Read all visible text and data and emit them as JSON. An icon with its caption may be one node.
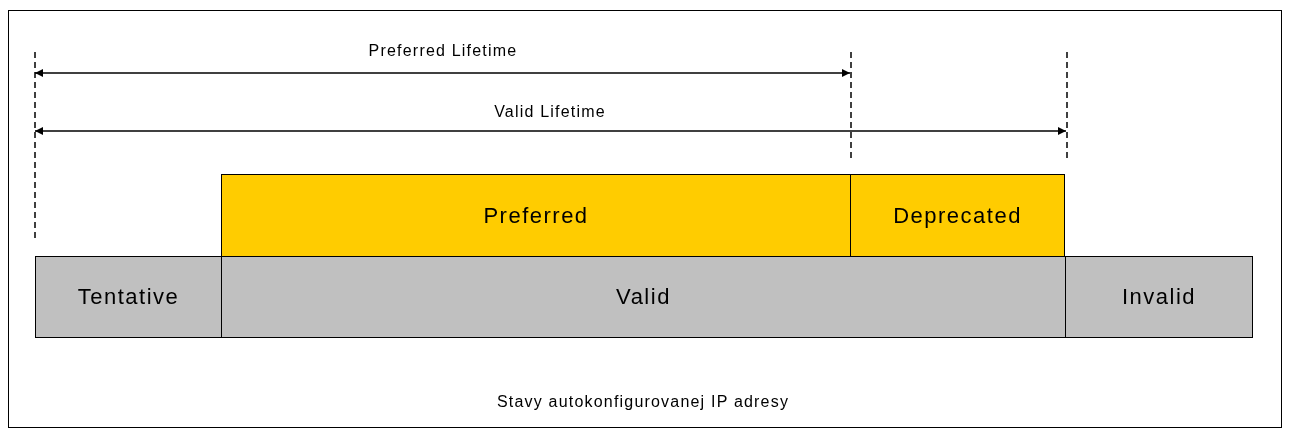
{
  "diagram": {
    "caption": "Stavy autokonfigurovanej IP adresy",
    "nodes": [
      {
        "text": [
          "Preferred"
        ]
      },
      {
        "text": [
          "Deprecated"
        ]
      },
      {
        "text": [
          "Tentative"
        ]
      },
      {
        "text": [
          "Valid"
        ]
      },
      {
        "text": [
          "Invalid"
        ]
      }
    ],
    "labels": [
      "Preferred Lifetime",
      "Valid Lifetime"
    ]
  }
}
